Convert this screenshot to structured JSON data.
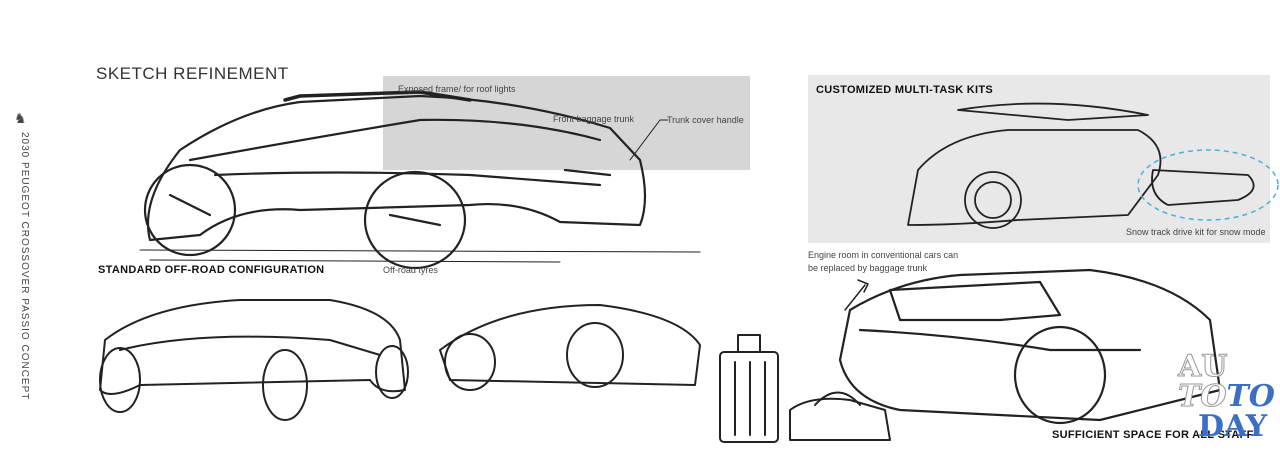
{
  "sidebar": {
    "brand_icon": "peugeot-lion-icon",
    "vertical_text": "2030 PEUGEOT CROSSOVER PASSIO CONCEPT"
  },
  "left": {
    "title": "SKETCH REFINEMENT",
    "annotations": {
      "exposed_frame": "Exposed frame/ for roof lights",
      "front_trunk": "Front baggage trunk",
      "trunk_handle": "Trunk cover handle",
      "tyres": "Off-road tyres"
    },
    "caption": "STANDARD OFF-ROAD CONFIGURATION"
  },
  "right": {
    "kits_title": "CUSTOMIZED MULTI-TASK KITS",
    "snow_note": "Snow track drive kit for snow mode",
    "engine_note_line1": "Engine room in conventional cars can",
    "engine_note_line2": "be replaced by baggage trunk",
    "caption": "SUFFICIENT SPACE FOR ALL STAFF"
  },
  "watermark": {
    "line1": "AU",
    "line2a": "TO",
    "line2b": "TO",
    "line3": "DAY",
    "accent": "#3a6fc4"
  }
}
